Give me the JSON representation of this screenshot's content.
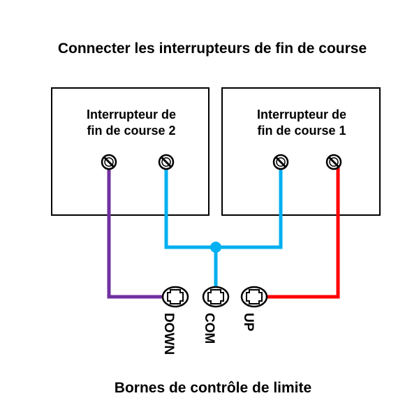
{
  "title": "Connecter les interrupteurs de fin de course",
  "footer": "Bornes de contrôle de limite",
  "switches": [
    {
      "id": "switch-2",
      "line1": "Interrupteur de",
      "line2": "fin de course 2"
    },
    {
      "id": "switch-1",
      "line1": "Interrupteur de",
      "line2": "fin de course 1"
    }
  ],
  "terminals": [
    {
      "label": "DOWN"
    },
    {
      "label": "COM"
    },
    {
      "label": "UP"
    }
  ],
  "colors": {
    "down_wire": "#7030a0",
    "com_wire": "#00b0f0",
    "up_wire": "#ff0000"
  }
}
